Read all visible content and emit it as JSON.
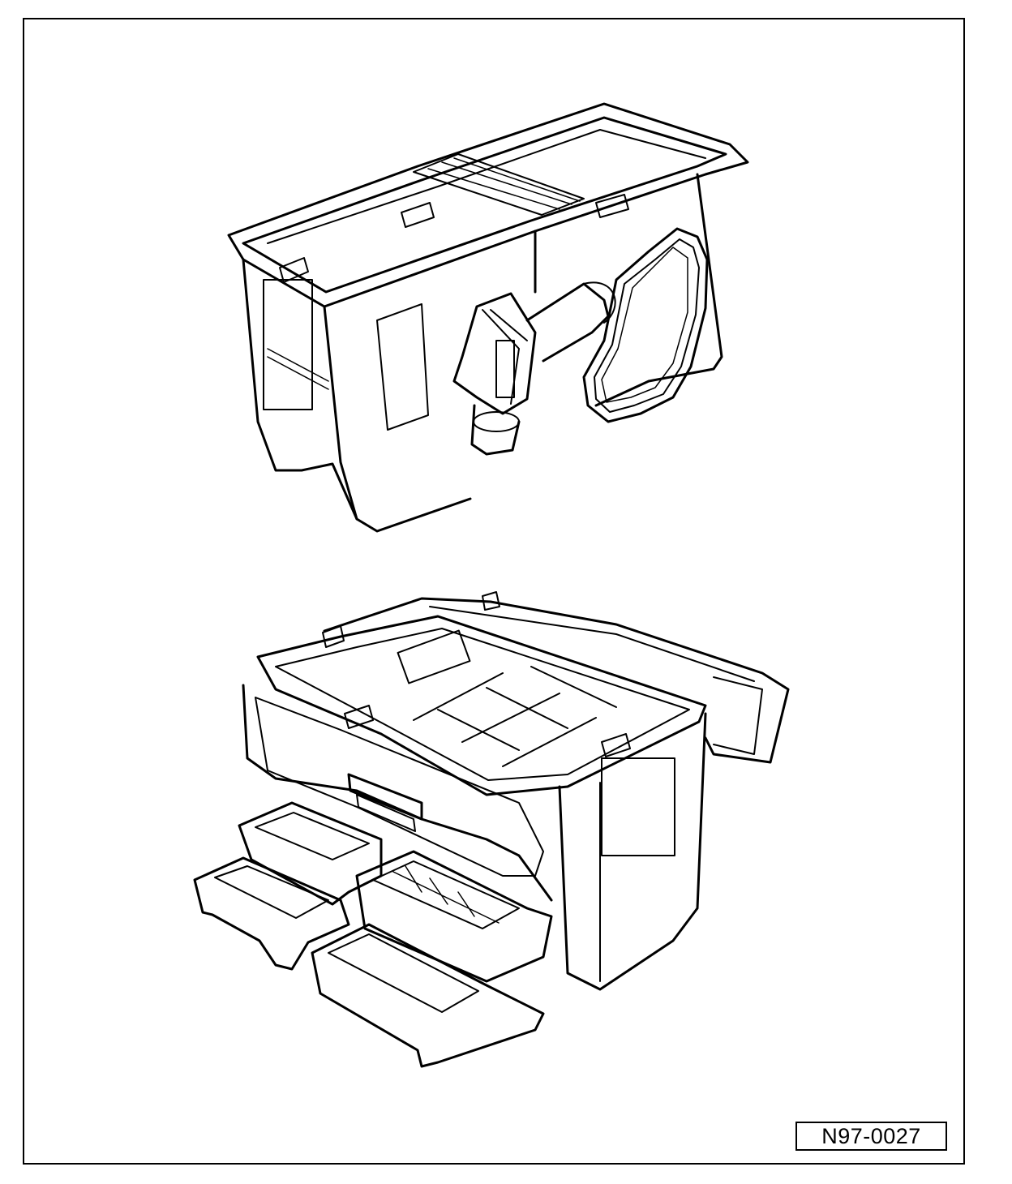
{
  "figure": {
    "id_label": "N97-0027"
  },
  "illustrations": [
    {
      "name": "closed-case-with-hand-lamp"
    },
    {
      "name": "open-case-with-drawers"
    }
  ]
}
